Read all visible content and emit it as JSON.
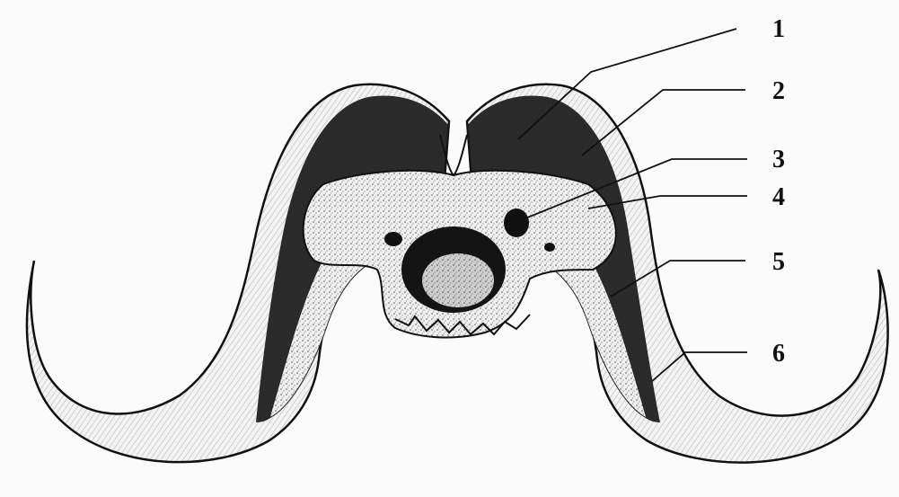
{
  "diagram": {
    "labels": [
      {
        "id": "1",
        "text": "1"
      },
      {
        "id": "2",
        "text": "2"
      },
      {
        "id": "3",
        "text": "3"
      },
      {
        "id": "4",
        "text": "4"
      },
      {
        "id": "5",
        "text": "5"
      },
      {
        "id": "6",
        "text": "6"
      }
    ]
  },
  "colors": {
    "ink": "#111111",
    "horn_fill": "#f4f4f4",
    "bone_fill": "#e6e6e6",
    "dark_layer": "#1a1a1a"
  }
}
